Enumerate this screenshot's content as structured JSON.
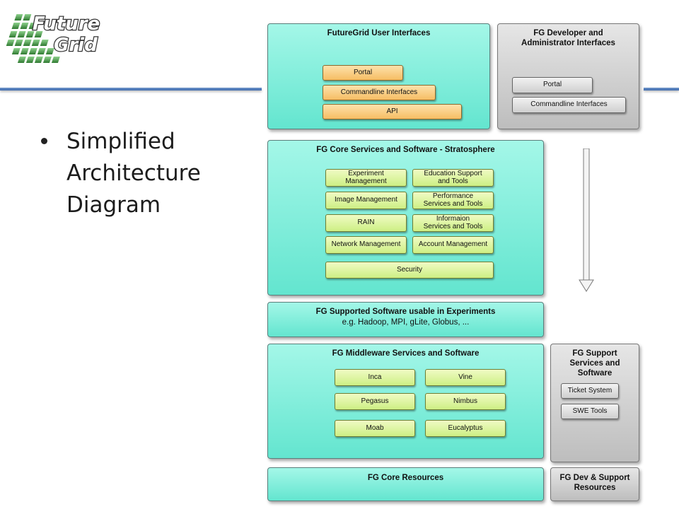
{
  "logo": {
    "line1": "Future",
    "line2": "Grid"
  },
  "bullet": {
    "text": "Simplified\nArchitecture\nDiagram"
  },
  "colors": {
    "panel_teal": "#7eecd8",
    "button_orange": "#f6bd63",
    "button_green": "#cdef84",
    "panel_grey": "#cfcfcf",
    "rule_blue": "#4f7bbd"
  },
  "diagram": {
    "user_interfaces": {
      "title": "FutureGrid User Interfaces",
      "items": [
        "Portal",
        "Commandline Interfaces",
        "API"
      ]
    },
    "dev_interfaces": {
      "title": "FG Developer and\nAdministrator Interfaces",
      "items": [
        "Portal",
        "Commandline Interfaces"
      ]
    },
    "core_services": {
      "title": "FG Core Services and Software - Stratosphere",
      "left": [
        "Experiment\nManagement",
        "Image Management",
        "RAIN",
        "Network Management"
      ],
      "right": [
        "Education Support\nand Tools",
        "Performance\nServices and Tools",
        "Informaion\nServices and Tools",
        "Account Management"
      ],
      "security": "Security"
    },
    "supported_software": {
      "title": "FG Supported Software usable in Experiments",
      "subtitle": "e.g. Hadoop, MPI, gLite, Globus, ..."
    },
    "middleware": {
      "title": "FG Middleware  Services and Software",
      "left": [
        "Inca",
        "Pegasus",
        "Moab"
      ],
      "right": [
        "Vine",
        "Nimbus",
        "Eucalyptus"
      ]
    },
    "support_services": {
      "title": "FG Support\nServices and\nSoftware",
      "items": [
        "Ticket System",
        "SWE Tools"
      ]
    },
    "core_resources": {
      "title": "FG Core Resources"
    },
    "dev_support_resources": {
      "title": "FG Dev & Support\nResources"
    }
  }
}
